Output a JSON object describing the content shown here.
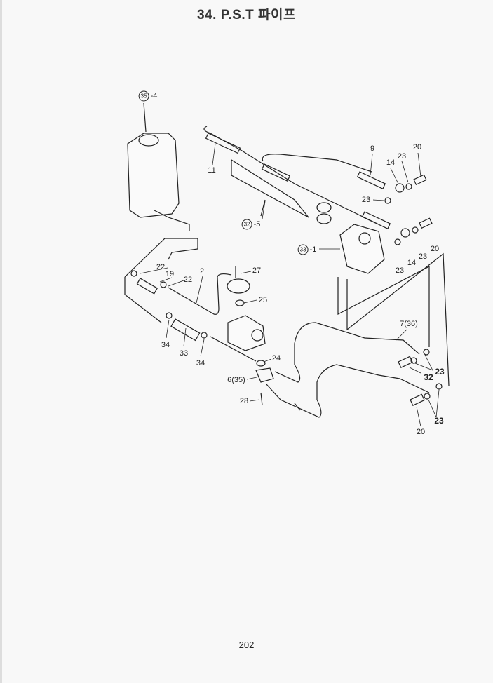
{
  "title": "34. P.S.T 파이프",
  "page_number": "202",
  "callouts": {
    "reservoir": {
      "circled": "35",
      "suffix": "-4"
    },
    "cylinder": {
      "circled": "32",
      "suffix": "-5"
    },
    "valve": {
      "circled": "33",
      "suffix": "-1"
    },
    "l11": "11",
    "l9": "9",
    "l14a": "14",
    "l23a": "23",
    "l20a": "20",
    "l23b": "23",
    "l14b": "14",
    "l23c": "23",
    "l20b": "20",
    "l23d": "23",
    "l22a": "22",
    "l19": "19",
    "l22b": "22",
    "l2": "2",
    "l27": "27",
    "l25": "25",
    "l34a": "34",
    "l33": "33",
    "l34b": "34",
    "l24": "24",
    "l6": "6(35)",
    "l28": "28",
    "l7": "7(36)",
    "l23e": "23",
    "l32": "32",
    "l23f": "23",
    "l20c": "20"
  }
}
